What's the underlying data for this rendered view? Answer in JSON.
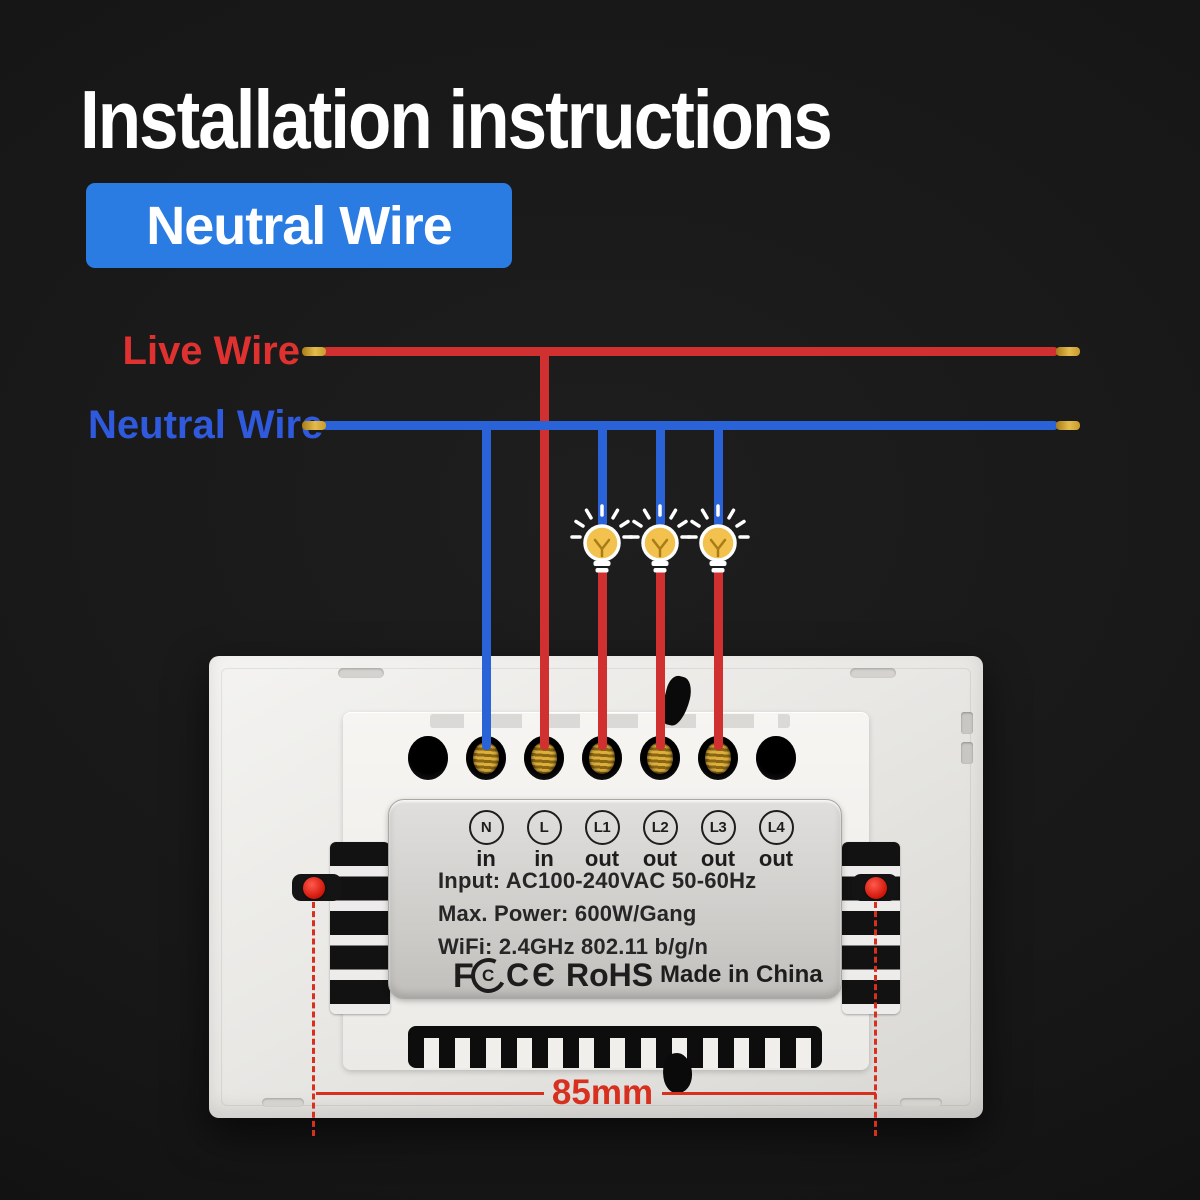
{
  "title": "Installation instructions",
  "badge": {
    "label": "Neutral Wire"
  },
  "diagram": {
    "live_wire_label": "Live Wire",
    "neutral_wire_label": "Neutral Wire",
    "bulb_count": 3,
    "colors": {
      "live_red": "#d03030",
      "neutral_blue": "#2a62d8",
      "tip_gold": "#d9ab3a",
      "badge_blue": "#2b7ce2",
      "dimension_red": "#d7301f",
      "bulb_amber": "#f2c14e"
    }
  },
  "device": {
    "terminals": [
      {
        "id": "N",
        "dir": "in"
      },
      {
        "id": "L",
        "dir": "in"
      },
      {
        "id": "L1",
        "dir": "out"
      },
      {
        "id": "L2",
        "dir": "out"
      },
      {
        "id": "L3",
        "dir": "out"
      },
      {
        "id": "L4",
        "dir": "out"
      }
    ],
    "specs": [
      "Input: AC100-240VAC 50-60Hz",
      "Max. Power: 600W/Gang",
      "WiFi: 2.4GHz 802.11 b/g/n"
    ],
    "certifications": {
      "fcc_f": "F",
      "fcc_c": "C",
      "ce": "CЄ",
      "rohs": "RoHS"
    },
    "made_in": "Made in China",
    "dimension": "85mm"
  }
}
